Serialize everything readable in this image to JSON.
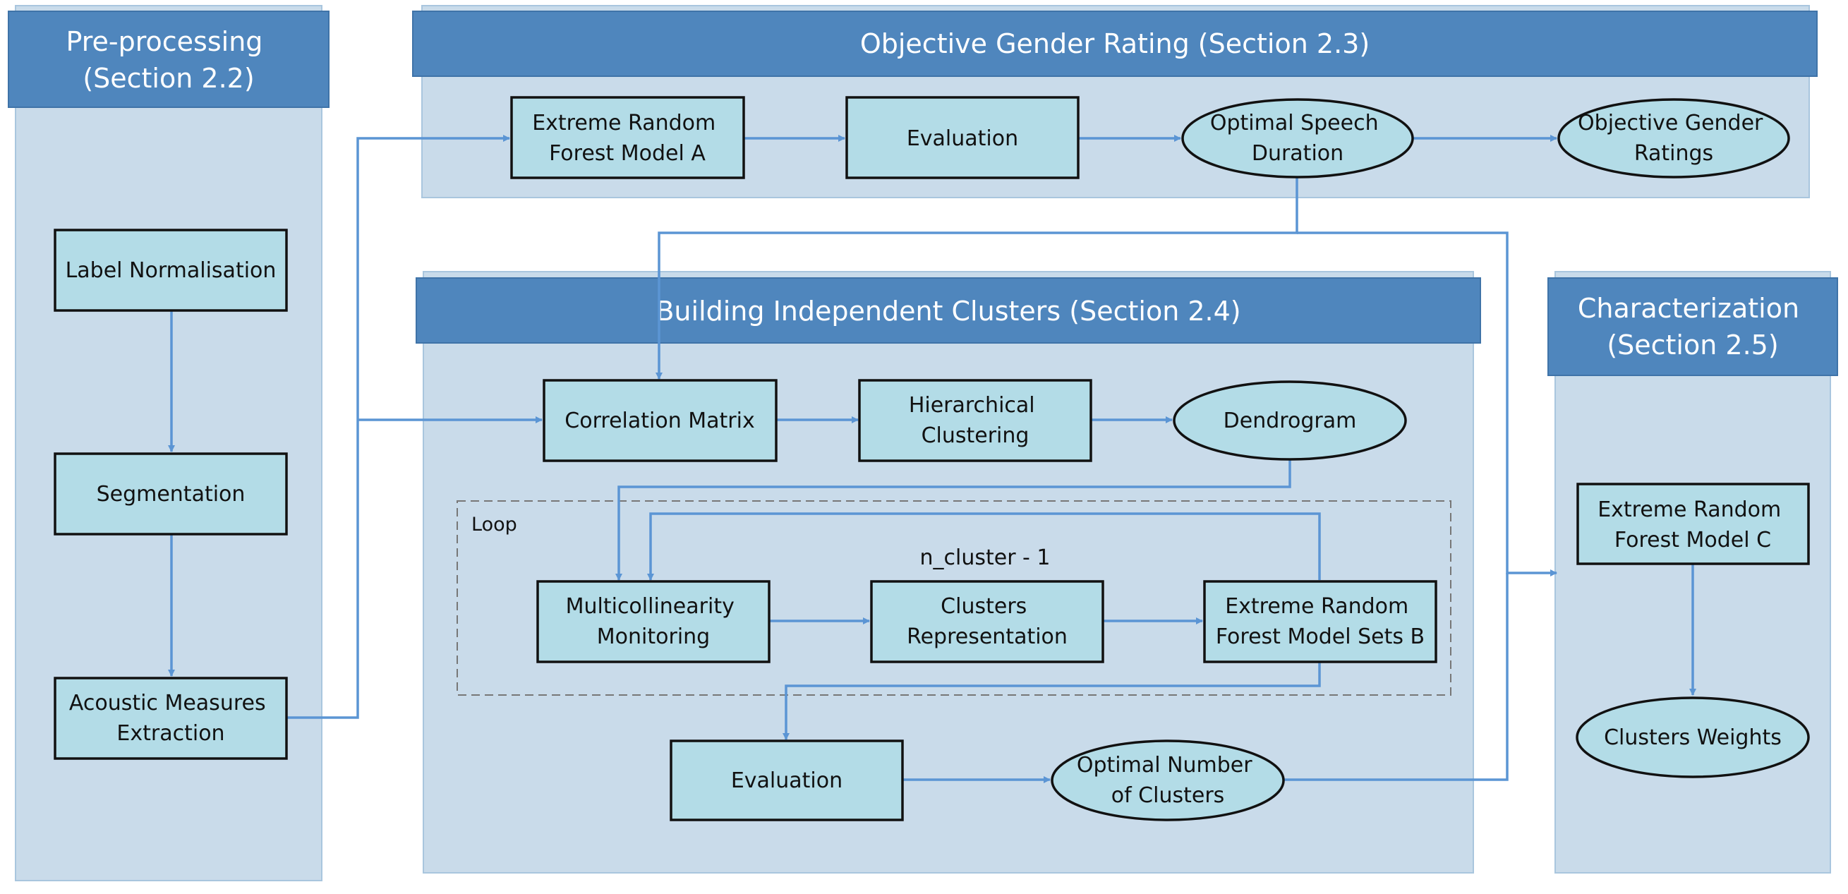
{
  "sections": {
    "preprocessing": [
      "Pre-processing",
      "(Section 2.2)"
    ],
    "objective": [
      "Objective Gender Rating (Section 2.3)"
    ],
    "clusters": [
      "Building Independent Clusters (Section 2.4)"
    ],
    "characterization": [
      "Characterization",
      "(Section 2.5)"
    ]
  },
  "nodes": {
    "label_normalisation": [
      "Label Normalisation"
    ],
    "segmentation": [
      "Segmentation"
    ],
    "acoustic_measures": [
      "Acoustic Measures",
      "Extraction"
    ],
    "model_a": [
      "Extreme Random",
      "Forest Model A"
    ],
    "evaluation_top": [
      "Evaluation"
    ],
    "optimal_speech": [
      "Optimal Speech",
      "Duration"
    ],
    "objective_ratings": [
      "Objective Gender",
      "Ratings"
    ],
    "correlation_matrix": [
      "Correlation Matrix"
    ],
    "hierarchical_clustering": [
      "Hierarchical",
      "Clustering"
    ],
    "dendrogram": [
      "Dendrogram"
    ],
    "multicollinearity": [
      "Multicollinearity",
      "Monitoring"
    ],
    "clusters_representation": [
      "Clusters",
      "Representation"
    ],
    "model_sets_b": [
      "Extreme Random",
      "Forest Model Sets B"
    ],
    "evaluation_bottom": [
      "Evaluation"
    ],
    "optimal_clusters": [
      "Optimal Number",
      "of Clusters"
    ],
    "model_c": [
      "Extreme Random",
      "Forest Model C"
    ],
    "clusters_weights": [
      "Clusters Weights"
    ]
  },
  "loop": {
    "label": "Loop",
    "iteration": "n_cluster - 1"
  },
  "colors": {
    "panel": "#c9dbea",
    "header": "#4f86bd",
    "node_fill": "#b3dce7",
    "arrow": "#5b95d4"
  }
}
